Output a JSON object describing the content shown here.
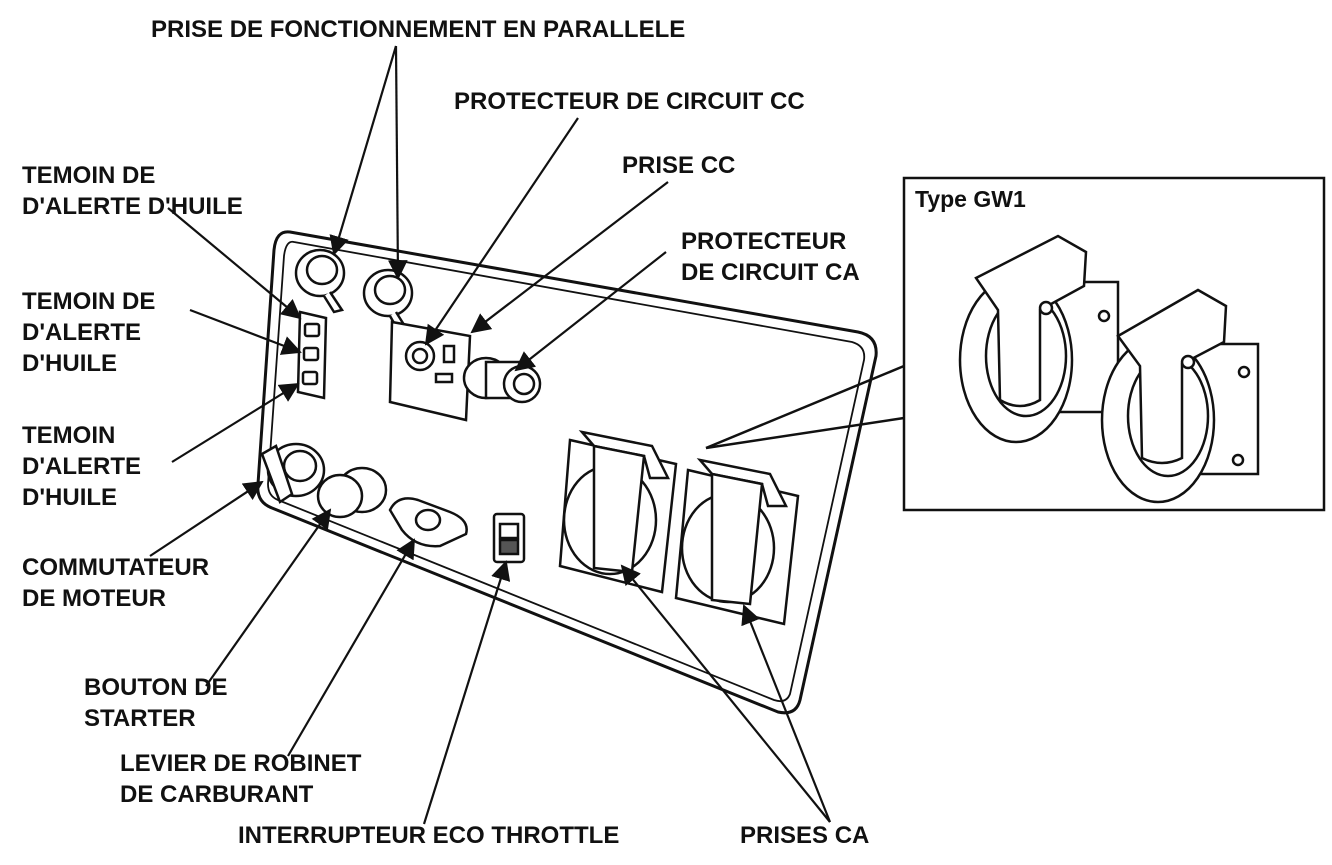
{
  "labels": {
    "parallel_socket": "PRISE DE FONCTIONNEMENT EN PARALLELE",
    "dc_protector": "PROTECTEUR DE CIRCUIT CC",
    "dc_socket": "PRISE CC",
    "ac_protector": [
      "PROTECTEUR",
      "DE CIRCUIT CA"
    ],
    "oil_warning_1": [
      "TEMOIN DE",
      "D'ALERTE D'HUILE"
    ],
    "oil_warning_2": [
      "TEMOIN DE",
      "D'ALERTE",
      "D'HUILE"
    ],
    "oil_warning_3": [
      "TEMOIN",
      "D'ALERTE",
      "D'HUILE"
    ],
    "engine_switch": [
      "COMMUTATEUR",
      "DE MOTEUR"
    ],
    "choke_knob": [
      "BOUTON DE",
      "STARTER"
    ],
    "fuel_valve": [
      "LEVIER DE ROBINET",
      "DE CARBURANT"
    ],
    "eco_throttle": "INTERRUPTEUR ECO THROTTLE",
    "ac_sockets": "PRISES CA"
  },
  "inset": {
    "title": "Type GW1"
  }
}
